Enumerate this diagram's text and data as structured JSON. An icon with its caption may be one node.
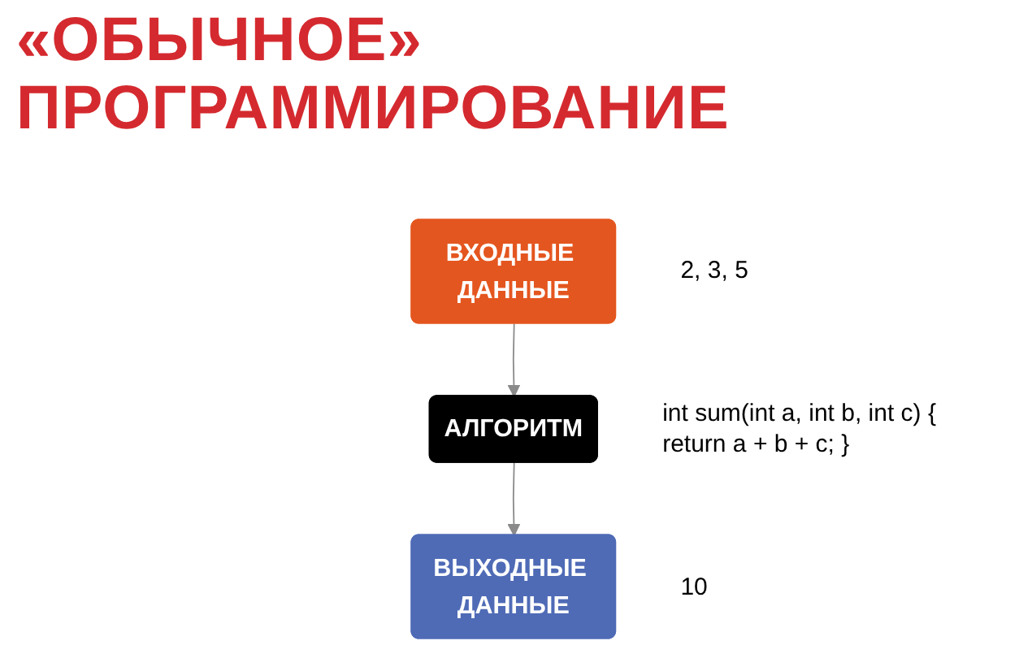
{
  "diagram": {
    "title": "«ОБЫЧНОЕ» ПРОГРАММИРОВАНИЕ",
    "nodes": [
      {
        "text": [
          "ВХОДНЫЕ ДАННЫЕ"
        ],
        "beside": [
          "2, 3, 5"
        ]
      },
      {
        "text": [
          "АЛГОРИТМ"
        ],
        "beside": [
          "int sum(int a, int b, int c) { return a + b + c; }"
        ]
      },
      {
        "text": [
          "ВЫХОДНЫЕ ДАННЫЕ"
        ],
        "beside": [
          "10"
        ]
      }
    ],
    "edges": [
      {
        "from": 0,
        "to": 1,
        "arrow": "to"
      },
      {
        "from": 1,
        "to": 2,
        "arrow": "to"
      }
    ]
  }
}
